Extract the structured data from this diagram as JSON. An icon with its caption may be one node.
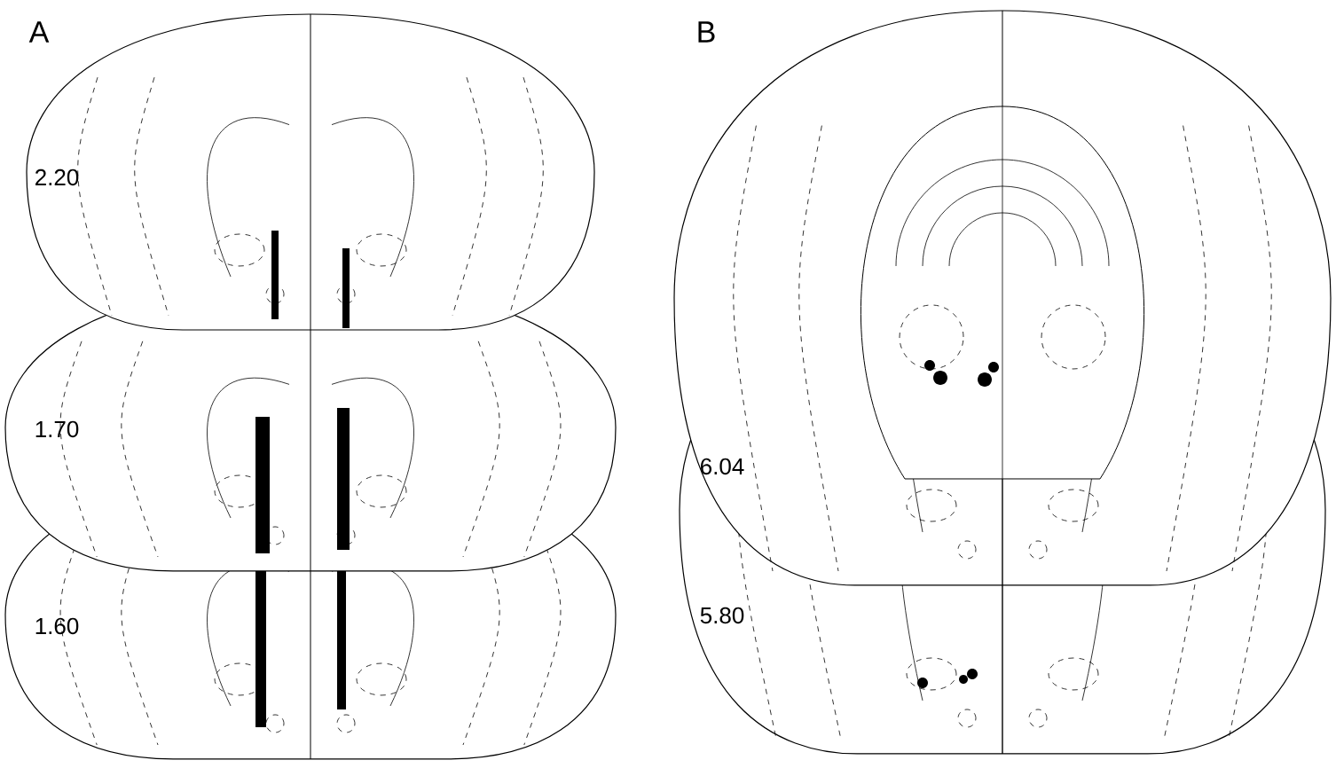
{
  "diagram": {
    "labels": [
      "A",
      "B",
      "2.20",
      "1.70",
      "1.60",
      "6.04",
      "5.80"
    ]
  }
}
